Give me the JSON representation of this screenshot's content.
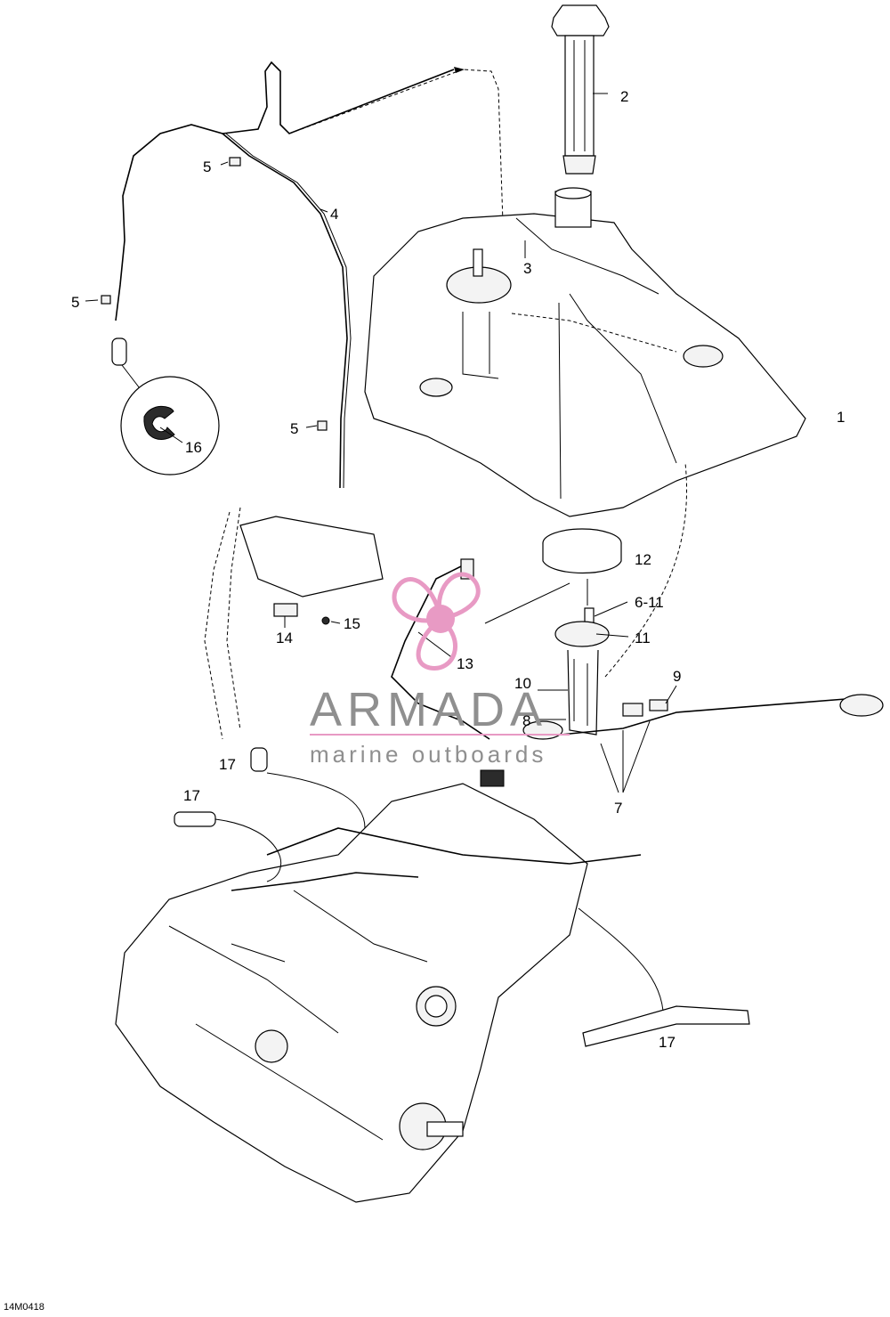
{
  "callouts": {
    "c1": "1",
    "c2": "2",
    "c3": "3",
    "c4": "4",
    "c5a": "5",
    "c5b": "5",
    "c5c": "5",
    "c6_11": "6-11",
    "c7": "7",
    "c8": "8",
    "c9": "9",
    "c10": "10",
    "c11": "11",
    "c12": "12",
    "c13": "13",
    "c14": "14",
    "c15": "15",
    "c16": "16",
    "c17a": "17",
    "c17b": "17",
    "c17c": "17"
  },
  "watermark": {
    "brand": "ARMADA",
    "subtitle": "marine outboards",
    "logo": "propeller-logo",
    "accent_color": "#e89ac4",
    "text_color": "#8f8f8f"
  },
  "reference_code": "14M0418"
}
